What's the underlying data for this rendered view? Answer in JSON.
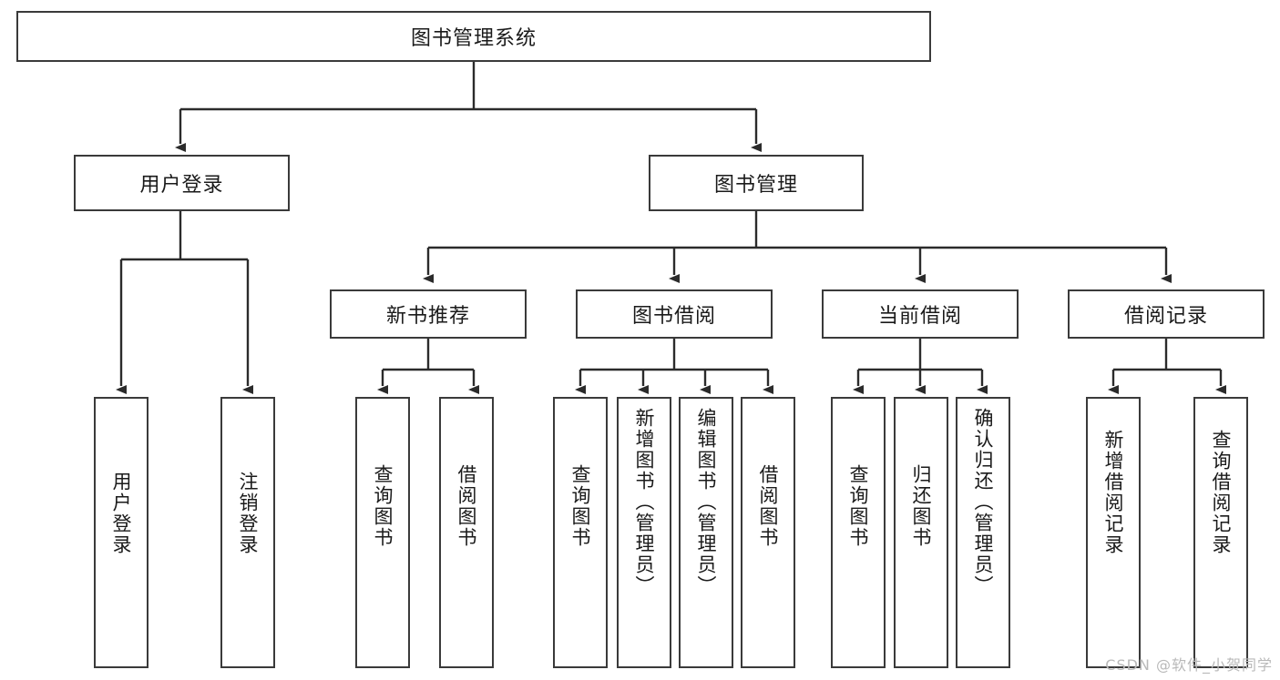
{
  "diagram": {
    "type": "tree",
    "title": "图书管理系统",
    "orientation": "top-down",
    "colors": {
      "box_border": "#3a3a3a",
      "box_fill": "#ffffff",
      "edge": "#2b2b2b",
      "text": "#1a1a1a",
      "watermark": "#b9b9b9"
    }
  },
  "root": {
    "label": "图书管理系统"
  },
  "level2": [
    {
      "label": "用户登录"
    },
    {
      "label": "图书管理"
    }
  ],
  "level3": [
    {
      "label": "新书推荐"
    },
    {
      "label": "图书借阅"
    },
    {
      "label": "当前借阅"
    },
    {
      "label": "借阅记录"
    }
  ],
  "leaves": {
    "user_login": [
      {
        "label": "用户登录"
      },
      {
        "label": "注销登录"
      }
    ],
    "new_book_recommend": [
      {
        "label": "查询图书"
      },
      {
        "label": "借阅图书"
      }
    ],
    "book_borrow": [
      {
        "label": "查询图书"
      },
      {
        "label": "新增图书（管理员）"
      },
      {
        "label": "编辑图书（管理员）"
      },
      {
        "label": "借阅图书"
      }
    ],
    "current_borrow": [
      {
        "label": "查询图书"
      },
      {
        "label": "归还图书"
      },
      {
        "label": "确认归还（管理员）"
      }
    ],
    "borrow_record": [
      {
        "label": "新增借阅记录"
      },
      {
        "label": "查询借阅记录"
      }
    ]
  },
  "watermark": {
    "text": "CSDN @软件_小贺同学"
  }
}
